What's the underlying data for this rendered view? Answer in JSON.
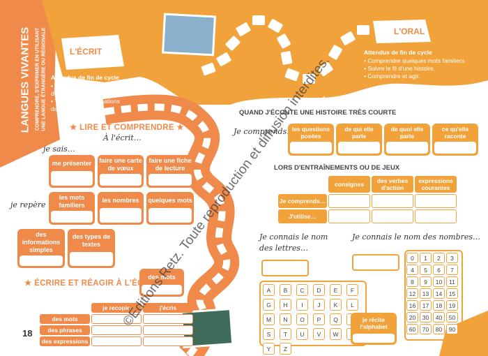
{
  "side_title": "LANGUES VIVANTES",
  "side_subtitle": [
    "COMPRENDRE, S'EXPRIMER EN UTILISANT",
    "UNE LANGUE ÉTRANGÈRE OU RÉGIONALE"
  ],
  "ecrit": {
    "label": "L'ÉCRIT",
    "objectives_head": "Attendus de fin de cycle",
    "objectives": [
      "• Reconnaître des mots ou",
      "des messages écrits familiers.",
      "• Trouver des informations",
      "dans des écrits."
    ]
  },
  "oral": {
    "label": "L'ORAL",
    "objectives_head": "Attendus de fin de cycle",
    "objectives": [
      "• Comprendre quelques mots familiers.",
      "• Suivre le fil d'une histoire.",
      "• Comprendre et agir."
    ]
  },
  "lire": {
    "title": "LIRE ET COMPRENDRE",
    "subtitle": "À l'écrit…",
    "je_sais": "je sais…",
    "je_repere": "je repère :",
    "sais_items": [
      "me présenter",
      "faire une carte de vœux",
      "faire une fiche de lecture"
    ],
    "repere_items": [
      "les mots familiers",
      "les nombres",
      "quelques mots"
    ],
    "other_items": [
      "des informations simples",
      "des types de textes"
    ]
  },
  "ecrire": {
    "title": "ÉCRIRE ET RÉAGIR À L'ÉCRIT",
    "box": "des mots",
    "col_headers": [
      "je recopie",
      "j'écris"
    ],
    "rows": [
      "des mots",
      "des phrases",
      "des expressions"
    ]
  },
  "ecouter": {
    "title": "ÉCOUTER ET COMPRENDRE",
    "histoire_title": "QUAND J'ÉCOUTE UNE HISTOIRE TRÈS COURTE",
    "je_comprends": "Je comprends…",
    "boxes": [
      "les questions posées",
      "de qui elle parle",
      "de quoi elle parle",
      "ce qu'elle raconte"
    ],
    "lors_title": "LORS D'ENTRAÎNEMENTS OU DE JEUX",
    "col_headers": [
      "consignes",
      "des verbes d'action",
      "expressions courantes"
    ],
    "rows": [
      "Je comprends…",
      "J'utilise…"
    ]
  },
  "lettres": {
    "text1": "Je connais le nom",
    "text2": "des lettres…",
    "letters": [
      "A",
      "B",
      "C",
      "D",
      "E",
      "F",
      "G",
      "H",
      "I",
      "J",
      "K",
      "L",
      "M",
      "N",
      "O",
      "P",
      "Q",
      "R",
      "S",
      "T",
      "U",
      "V",
      "W",
      "X",
      "Y",
      "Z"
    ],
    "recite": "je récite l'alphabet"
  },
  "nombres": {
    "text": "Je connais le nom des nombres…",
    "numbers": [
      "0",
      "1",
      "2",
      "3",
      "4",
      "5",
      "6",
      "7",
      "8",
      "9",
      "10",
      "11",
      "12",
      "13",
      "14",
      "15",
      "16",
      "17",
      "18",
      "19",
      "20",
      "30",
      "40",
      "50",
      "60",
      "70",
      "80",
      "90"
    ]
  },
  "page_number": "18",
  "watermark": "©Éditions Retz. Toute reproduction et diffusion interdites.",
  "colors": {
    "orange": "#ef8a4a",
    "yellow": "#f2a23a",
    "path": "#ef8a4a"
  }
}
